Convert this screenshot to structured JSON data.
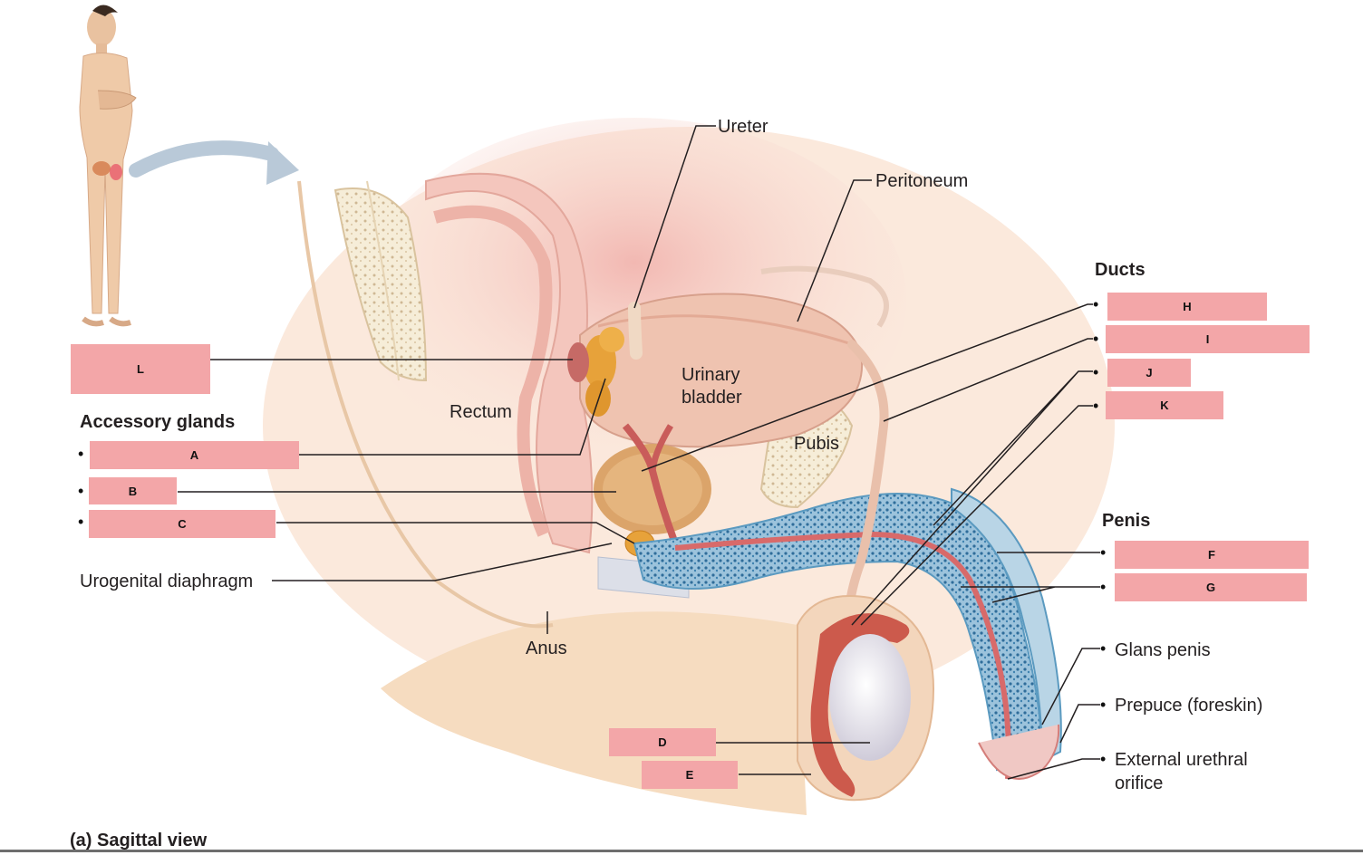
{
  "labels": {
    "ureter": "Ureter",
    "peritoneum": "Peritoneum",
    "urinary_bladder_1": "Urinary",
    "urinary_bladder_2": "bladder",
    "rectum": "Rectum",
    "pubis": "Pubis",
    "urogenital_diaphragm": "Urogenital diaphragm",
    "anus": "Anus",
    "glans_penis": "Glans penis",
    "prepuce": "Prepuce (foreskin)",
    "external_urethral_orifice_1": "External urethral",
    "external_urethral_orifice_2": "orifice"
  },
  "headings": {
    "accessory_glands": "Accessory glands",
    "ducts": "Ducts",
    "penis": "Penis"
  },
  "boxes": {
    "L": "L",
    "A": "A",
    "B": "B",
    "C": "C",
    "D": "D",
    "E": "E",
    "F": "F",
    "G": "G",
    "H": "H",
    "I": "I",
    "J": "J",
    "K": "K"
  },
  "caption": "(a) Sagittal view",
  "bullet": "•",
  "colors": {
    "label_box": "#f3a6a8",
    "leader_line": "#231f20",
    "skin": "#f6dcc0",
    "bladder": "#efc3b0",
    "erectile_tissue": "#5b9ac0",
    "testis": "#e6e4ee",
    "gland": "#e7a23a"
  }
}
